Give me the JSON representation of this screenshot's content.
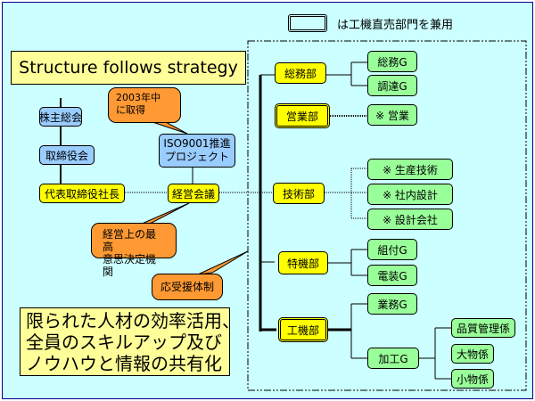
{
  "legend": {
    "text": "は工機直売部門を兼用"
  },
  "title": "Structure follows strategy",
  "left": {
    "shareholders": "株主総会",
    "board": "取締役会",
    "president": "代表取締役社長",
    "iso_project": [
      "ISO9001推進",
      "プロジェクト"
    ],
    "management_meeting": "経営会議"
  },
  "callouts": {
    "iso_note": [
      "2003年中",
      "に取得"
    ],
    "meeting_note": [
      "経営上の最高",
      "意思決定機関"
    ],
    "support_note": "応受援体制"
  },
  "note": [
    "限られた人材の効率活用、",
    "全員のスキルアップ及び",
    "ノウハウと情報の共有化"
  ],
  "departments": [
    {
      "name": "総務部",
      "groups": [
        "総務G",
        "調達G"
      ]
    },
    {
      "name": "営業部",
      "groups": [
        "※ 営業"
      ]
    },
    {
      "name": "技術部",
      "groups": [
        "※ 生産技術",
        "※ 社内設計",
        "※ 設計会社"
      ]
    },
    {
      "name": "特機部",
      "groups": [
        "組付G",
        "電装G"
      ]
    },
    {
      "name": "工機部",
      "groups": [
        "業務G",
        "加工G"
      ]
    }
  ],
  "kako_sub": [
    "品質管理係",
    "大物係",
    "小物係"
  ],
  "colors": {
    "background": "#ccffff",
    "department": "#ffff00",
    "group": "#99ff99",
    "upper": "#99ccff",
    "callout": "#ff9933",
    "note": "#ffff99"
  }
}
